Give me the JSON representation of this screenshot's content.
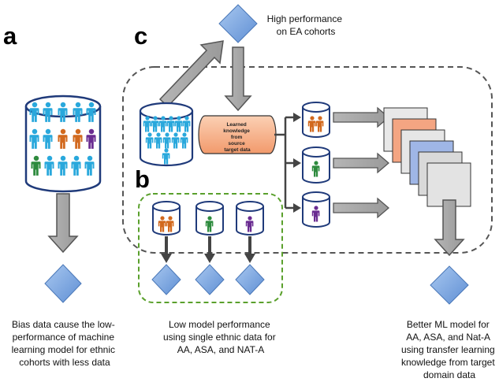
{
  "panels": {
    "a": "a",
    "b": "b",
    "c": "c"
  },
  "captions": {
    "a": [
      "Bias data cause the low-",
      "performance of machine",
      "learning model for ethnic",
      "cohorts with less data"
    ],
    "b": [
      "Low model performance",
      "using single ethnic data for",
      "AA, ASA, and NAT-A"
    ],
    "c_top": [
      "High performance",
      "on EA cohorts"
    ],
    "c_bottom": [
      "Better ML model for",
      "AA, ASA, and Nat-A",
      "using transfer learning",
      "knowledge from target",
      "domain data"
    ]
  },
  "knowledge_box": [
    "Learned",
    "knowledge",
    "from",
    "source",
    "target data"
  ],
  "colors": {
    "cyan_person": "#29a8dc",
    "orange_person": "#d2691e",
    "green_person": "#2e8b3e",
    "purple_person": "#6a2c91",
    "diamond_fill": "#6f9fdc",
    "diamond_stroke": "#4a78b8",
    "knowledge_fill": "#f4a582",
    "gray_dashed": "#666666",
    "green_dashed": "#5aa02c"
  }
}
